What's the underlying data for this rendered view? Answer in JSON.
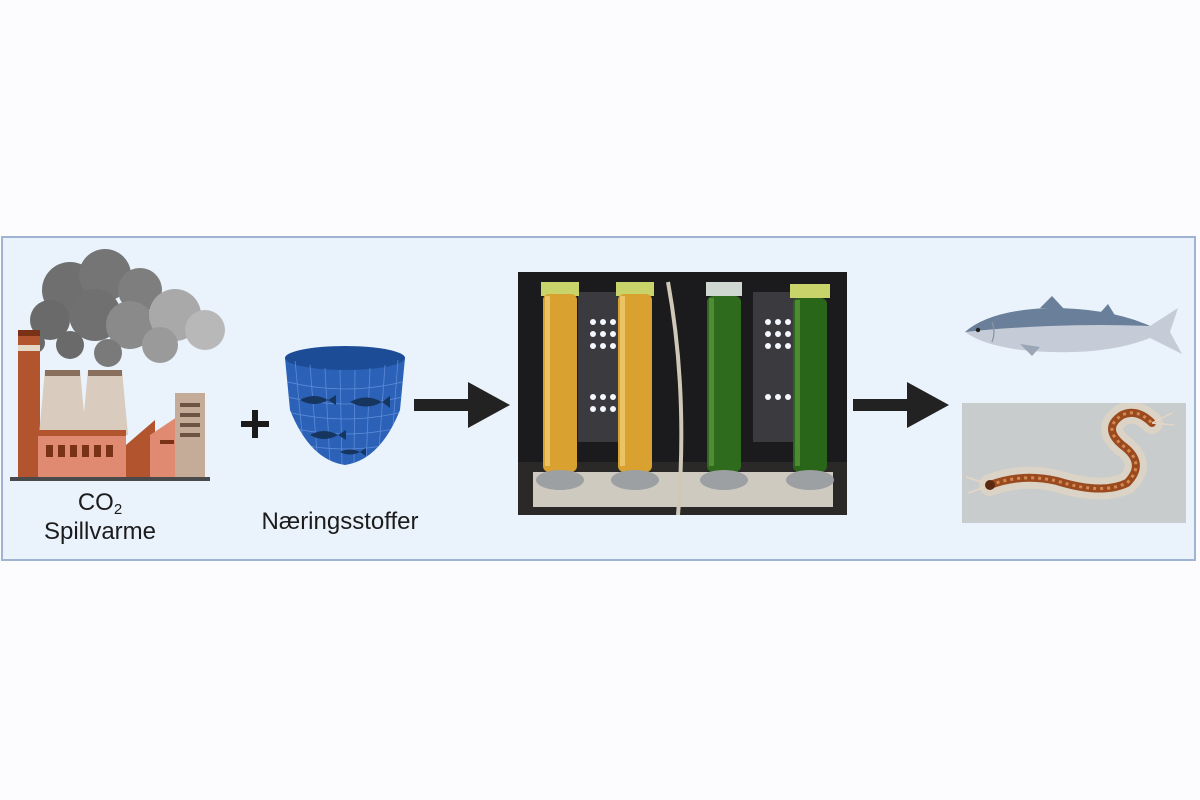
{
  "labels": {
    "co2_text": "CO",
    "co2_sub": "2",
    "spillvarme": "Spillvarme",
    "naeringsstoffer": "Næringsstoffer",
    "plus": "+"
  },
  "icons": {
    "factory": "factory-icon",
    "smoke": "smoke-cloud-icon",
    "net_pen": "fish-net-pen-icon",
    "arrow": "arrow-right-icon",
    "photobioreactor": "photobioreactor-photo",
    "fish": "salmon-icon",
    "worm": "polychaete-worm-photo"
  },
  "colors": {
    "panel_bg": "#eaf2fb",
    "panel_border": "#9fb3d3",
    "arrow": "#222222",
    "net_blue": "#2b62b8",
    "algae_yellow": "#d9a230",
    "algae_green": "#2f6b1c"
  }
}
